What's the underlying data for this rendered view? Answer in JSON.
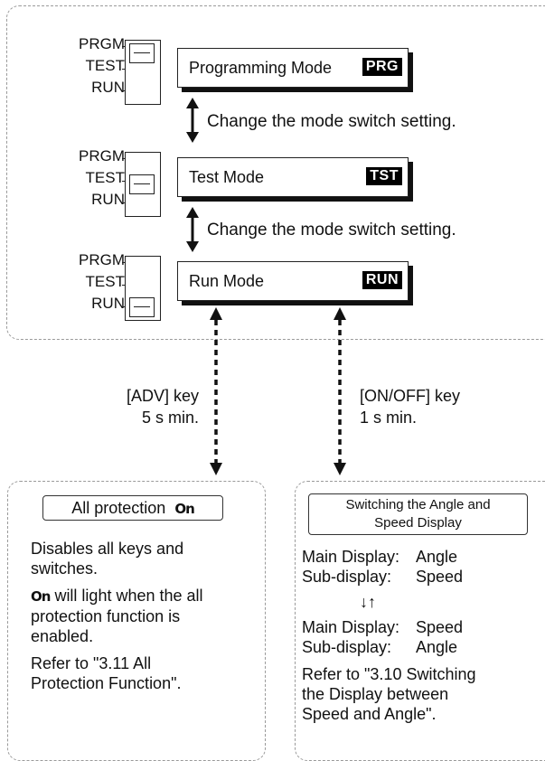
{
  "switch_labels": [
    "PRGM",
    "TEST",
    "RUN"
  ],
  "modes": [
    {
      "name": "Programming Mode",
      "code": "PRG"
    },
    {
      "name": "Test Mode",
      "code": "TST"
    },
    {
      "name": "Run Mode",
      "code": "RUN"
    }
  ],
  "change_text": "Change the mode switch setting.",
  "left_key": {
    "key": "[ADV] key",
    "time": "5 s min."
  },
  "right_key": {
    "key": "[ON/OFF] key",
    "time": "1 s min."
  },
  "left_panel": {
    "title": "All protection",
    "key_icon": "On",
    "line1": "Disables all keys and",
    "line2": "switches.",
    "line3_rest": " will light when the all",
    "line4": "protection function is",
    "line5": "enabled.",
    "line6": "Refer to \"3.11 All",
    "line7": "Protection Function\"."
  },
  "right_panel": {
    "title_line1": "Switching the Angle and",
    "title_line2": "Speed Display",
    "main_label": "Main Display:",
    "sub_label": "Sub-display:",
    "first_main": "Angle",
    "first_sub": "Speed",
    "swap_arrows": "↓↑",
    "second_main": "Speed",
    "second_sub": "Angle",
    "ref1": "Refer to \"3.10 Switching",
    "ref2": "the Display between",
    "ref3": "Speed and Angle\"."
  }
}
